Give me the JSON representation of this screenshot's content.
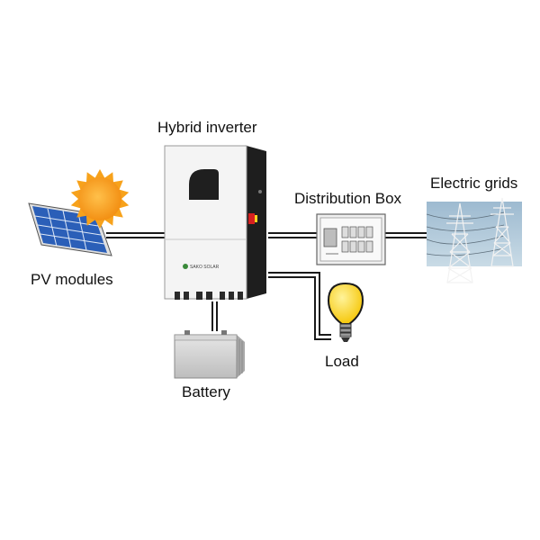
{
  "labels": {
    "hybrid_inverter": "Hybrid inverter",
    "distribution_box": "Distribution Box",
    "electric_grids": "Electric grids",
    "pv_modules": "PV modules",
    "load": "Load",
    "battery": "Battery"
  },
  "inverter_brand": "SAKO SOLAR",
  "colors": {
    "wire": "#1a1a1a",
    "sun": "#f7a21b",
    "panel": "#2b5fb8",
    "bulb": "#ffd21f",
    "grid_sky": "#a9c3d6",
    "inverter_body": "#f4f4f4",
    "inverter_side": "#1e1e1e",
    "emergency_button": "#d62020"
  }
}
